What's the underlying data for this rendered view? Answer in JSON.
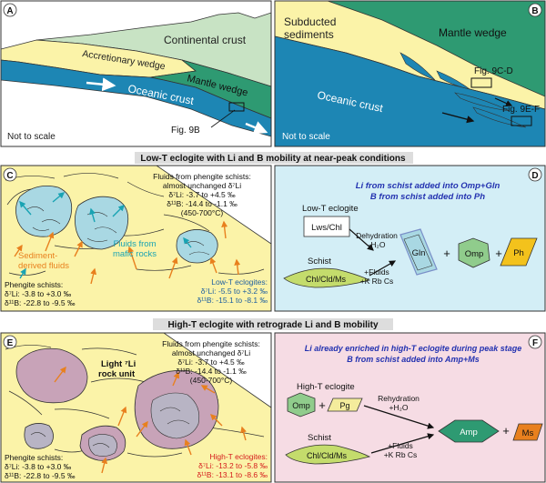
{
  "colors": {
    "sediment": "#fbf3a8",
    "ocean": "#1d86b4",
    "mantle": "#2e9a72",
    "crust": "#c8e3c4",
    "mafic": "#a9d8e3",
    "highT": "#c8a3b8",
    "panelD_bg": "#d3eef6",
    "panelF_bg": "#f6dce4",
    "title_highlight": "#dddddd",
    "accent_orange": "#e8801e",
    "accent_teal": "#19a3b3",
    "accent_red": "#d51c1c",
    "accent_blue": "#2332b0"
  },
  "panelA": {
    "letter": "A",
    "continental_crust": "Continental crust",
    "accretionary_wedge": "Accretionary wedge",
    "mantle_wedge": "Mantle wedge",
    "oceanic_crust": "Oceanic crust",
    "fig_ref": "Fig. 9B",
    "not_to_scale": "Not to scale"
  },
  "panelB": {
    "letter": "B",
    "subducted_line1": "Subducted",
    "subducted_line2": "sediments",
    "mantle_wedge": "Mantle wedge",
    "oceanic_crust": "Oceanic crust",
    "fig_ref1": "Fig. 9C-D",
    "fig_ref2": "Fig. 9E-F",
    "not_to_scale": "Not to scale"
  },
  "title_lowT": "Low-T eclogite with Li and B mobility at near-peak conditions",
  "title_highT": "High-T eclogite with retrograde Li and B mobility",
  "panelC": {
    "letter": "C",
    "fluids_title1": "Fluids from phengite schists:",
    "fluids_title2": "almost unchanged δ⁷Li",
    "fluids_li": "δ⁷Li: -3.7 to +4.5 ‰",
    "fluids_b": "δ¹¹B: -14.4 to -1.1 ‰",
    "fluids_temp": "(450-700°C)",
    "sediment_fluids1": "Sediment-",
    "sediment_fluids2": "derived fluids",
    "mafic_fluids1": "Fluids from",
    "mafic_fluids2": "mafic rocks",
    "schist_title": "Phengite schists:",
    "schist_li": "δ⁷Li: -3.8 to +3.0 ‰",
    "schist_b": "δ¹¹B: -22.8 to -9.5 ‰",
    "eclogite_title": "Low-T eclogites:",
    "eclogite_li": "δ⁷Li: -5.5 to +3.2 ‰",
    "eclogite_b": "δ¹¹B: -15.1 to -8.1 ‰"
  },
  "panelD": {
    "letter": "D",
    "headline1": "Li from schist added into Omp+Gln",
    "headline2": "B from schist added into Ph",
    "eclogite_label": "Low-T eclogite",
    "box_label": "Lws/Chl",
    "dehydration": "Dehydration",
    "minus_h2o": "-H₂O",
    "gln": "Gln",
    "plus1": "+",
    "omp": "Omp",
    "plus2": "+",
    "ph": "Ph",
    "schist_label": "Schist",
    "schist_minerals": "Chl/Cld/Ms",
    "plus_fluids": "+Fluids",
    "plus_elements": "+K Rb Cs"
  },
  "panelE": {
    "letter": "E",
    "light_li1": "Light ⁷Li",
    "light_li2": "rock unit",
    "fluids_title1": "Fluids from phengite schists:",
    "fluids_title2": "almost unchanged δ⁷Li",
    "fluids_li": "δ⁷Li: -3.7 to +4.5 ‰",
    "fluids_b": "δ¹¹B: -14.4 to -1.1 ‰",
    "fluids_temp": "(450-700°C)",
    "schist_title": "Phengite schists:",
    "schist_li": "δ⁷Li: -3.8 to +3.0 ‰",
    "schist_b": "δ¹¹B: -22.8 to -9.5 ‰",
    "eclogite_title": "High-T eclogites:",
    "eclogite_li": "δ⁷Li: -13.2 to -5.8 ‰",
    "eclogite_b": "δ¹¹B: -13.1 to -8.6 ‰"
  },
  "panelF": {
    "letter": "F",
    "headline1": "Li already enriched in high-T eclogite during peak stage",
    "headline2": "B from schist added into Amp+Ms",
    "eclogite_label": "High-T eclogite",
    "omp": "Omp",
    "plus1": "+",
    "pg": "Pg",
    "rehydration": "Rehydration",
    "plus_h2o": "+H₂O",
    "amp": "Amp",
    "plus2": "+",
    "ms": "Ms",
    "schist_label": "Schist",
    "schist_minerals": "Chl/Cld/Ms",
    "plus_fluids": "+Fluids",
    "plus_elements": "+K Rb Cs"
  }
}
